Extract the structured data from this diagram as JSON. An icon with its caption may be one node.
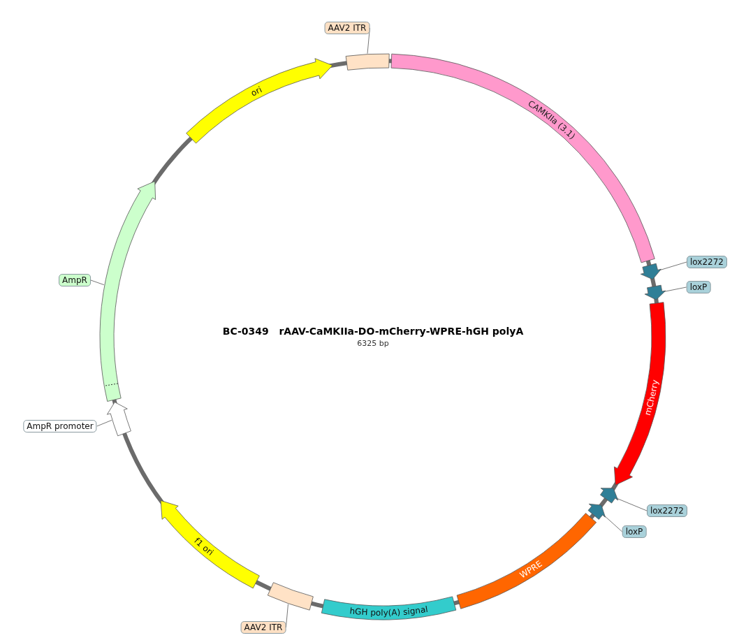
{
  "diagram": {
    "title": "BC-0349   rAAV-CaMKIIa-DO-mCherry-WPRE-hGH polyA",
    "nodes": [
      {
        "text": [
          "AAV2 ITR"
        ]
      },
      {
        "text": [],
        "shape": "box"
      },
      {
        "text": [
          "CAMKIIa (3.1)"
        ]
      },
      {
        "text": [
          "lox2272"
        ]
      },
      {
        "text": [],
        "shape": "pentagon"
      },
      {
        "text": [
          "loxP"
        ]
      },
      {
        "text": [],
        "shape": "pentagon"
      },
      {
        "text": [
          "mCherry"
        ]
      },
      {
        "text": [
          "lox2272"
        ]
      },
      {
        "text": [],
        "shape": "pentagon"
      },
      {
        "text": [
          "loxP"
        ]
      },
      {
        "text": [],
        "shape": "pentagon"
      },
      {
        "text": [
          "WPRE"
        ]
      },
      {
        "text": [
          "hGH poly(A) signal"
        ]
      },
      {
        "text": [],
        "shape": "box"
      },
      {
        "text": [
          "AAV2 ITR"
        ]
      },
      {
        "text": [
          "f1 ori"
        ]
      },
      {
        "text": [
          "AmpR"
        ]
      },
      {
        "text": [],
        "shape": "arrow"
      },
      {
        "text": [
          "AmpR promoter"
        ]
      },
      {
        "text": [],
        "shape": "arrow"
      },
      {
        "text": [
          "ori"
        ]
      }
    ],
    "edges": [
      {
        "from": 0,
        "to": 1,
        "arrow": "none"
      },
      {
        "from": 3,
        "to": 4,
        "arrow": "none"
      },
      {
        "from": 5,
        "to": 6,
        "arrow": "none"
      },
      {
        "from": 8,
        "to": 9,
        "arrow": "none"
      },
      {
        "from": 10,
        "to": 11,
        "arrow": "none"
      },
      {
        "from": 15,
        "to": 14,
        "arrow": "none"
      },
      {
        "from": 17,
        "to": 18,
        "arrow": "none"
      },
      {
        "from": 19,
        "to": 20,
        "arrow": "none"
      }
    ],
    "labels": [
      "6325 bp"
    ]
  }
}
